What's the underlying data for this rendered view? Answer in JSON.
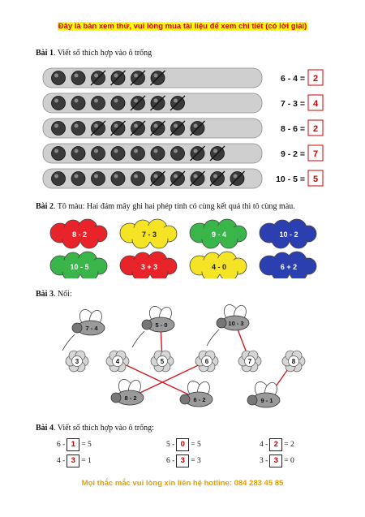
{
  "header": "Đây là bản xem thử, vui lòng mua tài liệu để xem chi tiết (có lời giải)",
  "footer": "Mọi thắc mắc vui lòng xin liên hệ hotline: 084 283 45 85",
  "q1": {
    "number": "Bài 1",
    "title": ". Viết số thích hợp vào ô trống",
    "rows": [
      {
        "total": 6,
        "crossed": 4,
        "expr": "6 - 4 =",
        "answer": "2"
      },
      {
        "total": 7,
        "crossed": 3,
        "expr": "7 - 3 =",
        "answer": "4"
      },
      {
        "total": 8,
        "crossed": 6,
        "expr": "8 - 6 =",
        "answer": "2"
      },
      {
        "total": 9,
        "crossed": 2,
        "expr": "9 - 2 =",
        "answer": "7"
      },
      {
        "total": 10,
        "crossed": 5,
        "expr": "10 - 5 =",
        "answer": "5"
      }
    ]
  },
  "q2": {
    "number": "Bài 2",
    "title": ". Tô màu: Hai đám mây ghi hai phép tính có cùng kết quả thì tô cùng màu.",
    "clouds": [
      {
        "label": "8 - 2",
        "color": "#e8232a"
      },
      {
        "label": "7 - 3",
        "color": "#f4e425"
      },
      {
        "label": "9 - 4",
        "color": "#3ab54a"
      },
      {
        "label": "10 - 2",
        "color": "#2b3fb0"
      },
      {
        "label": "10 - 5",
        "color": "#3ab54a"
      },
      {
        "label": "3 + 3",
        "color": "#e8232a"
      },
      {
        "label": "4 - 0",
        "color": "#f4e425"
      },
      {
        "label": "6 + 2",
        "color": "#2b3fb0"
      }
    ]
  },
  "q3": {
    "number": "Bài 3",
    "title": ". Nối:",
    "bees_top": [
      "7 - 4",
      "5 - 0",
      "10 - 3"
    ],
    "flowers": [
      "3",
      "4",
      "5",
      "6",
      "7",
      "8"
    ],
    "bees_bottom": [
      "8 - 2",
      "6 - 2",
      "9 - 1"
    ]
  },
  "q4": {
    "number": "Bài 4",
    "title": ". Viết số thích hợp vào ô trống:",
    "items": [
      {
        "left": "6 -",
        "answer": "1",
        "right": "= 5"
      },
      {
        "left": "5 -",
        "answer": "0",
        "right": "= 5"
      },
      {
        "left": "4 -",
        "answer": "2",
        "right": "= 2"
      },
      {
        "left": "4 -",
        "answer": "3",
        "right": "= 1"
      },
      {
        "left": "6 -",
        "answer": "3",
        "right": "= 3"
      },
      {
        "left": "3 -",
        "answer": "3",
        "right": "= 0"
      }
    ]
  }
}
